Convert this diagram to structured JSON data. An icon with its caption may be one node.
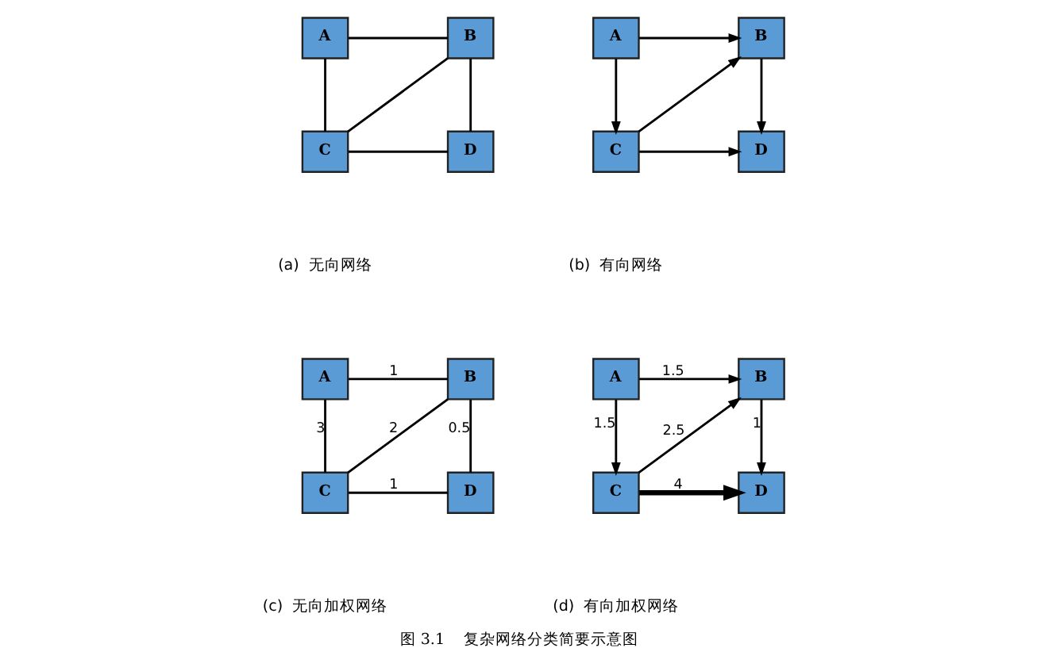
{
  "diagram": {
    "title": "图 3.1    复杂网络分类简要示意图",
    "nodes": [
      {
        "text": [
          "A"
        ]
      },
      {
        "text": [
          "B"
        ]
      },
      {
        "text": [
          "C"
        ]
      },
      {
        "text": [
          "D"
        ]
      },
      {
        "text": [
          "A"
        ]
      },
      {
        "text": [
          "B"
        ]
      },
      {
        "text": [
          "C"
        ]
      },
      {
        "text": [
          "D"
        ]
      },
      {
        "text": [
          "A"
        ]
      },
      {
        "text": [
          "B"
        ]
      },
      {
        "text": [
          "C"
        ]
      },
      {
        "text": [
          "D"
        ]
      },
      {
        "text": [
          "A"
        ]
      },
      {
        "text": [
          "B"
        ]
      },
      {
        "text": [
          "C"
        ]
      },
      {
        "text": [
          "D"
        ]
      }
    ],
    "edges": [
      {
        "from": 0,
        "to": 1,
        "arrow": "none"
      },
      {
        "from": 0,
        "to": 2,
        "arrow": "none"
      },
      {
        "from": 2,
        "to": 1,
        "arrow": "none"
      },
      {
        "from": 1,
        "to": 3,
        "arrow": "none"
      },
      {
        "from": 2,
        "to": 3,
        "arrow": "none"
      },
      {
        "from": 4,
        "to": 5,
        "arrow": "to"
      },
      {
        "from": 4,
        "to": 6,
        "arrow": "to"
      },
      {
        "from": 6,
        "to": 5,
        "arrow": "to"
      },
      {
        "from": 5,
        "to": 7,
        "arrow": "to"
      },
      {
        "from": 6,
        "to": 7,
        "arrow": "to"
      },
      {
        "from": 8,
        "to": 9,
        "arrow": "none",
        "label": "1"
      },
      {
        "from": 8,
        "to": 10,
        "arrow": "none",
        "label": "3"
      },
      {
        "from": 10,
        "to": 9,
        "arrow": "none",
        "label": "2"
      },
      {
        "from": 9,
        "to": 11,
        "arrow": "none",
        "label": "0.5"
      },
      {
        "from": 10,
        "to": 11,
        "arrow": "none",
        "label": "1"
      },
      {
        "from": 12,
        "to": 13,
        "arrow": "to",
        "label": "1.5"
      },
      {
        "from": 12,
        "to": 14,
        "arrow": "to",
        "label": "1.5"
      },
      {
        "from": 14,
        "to": 13,
        "arrow": "to",
        "label": "2.5"
      },
      {
        "from": 13,
        "to": 15,
        "arrow": "to",
        "label": "1"
      },
      {
        "from": 14,
        "to": 15,
        "arrow": "to",
        "label": "4",
        "style": "thick"
      }
    ],
    "labels": [
      "(a)  无向网络",
      "(b)  有向网络",
      "(c)  无向加权网络",
      "(d)  有向加权网络"
    ]
  }
}
